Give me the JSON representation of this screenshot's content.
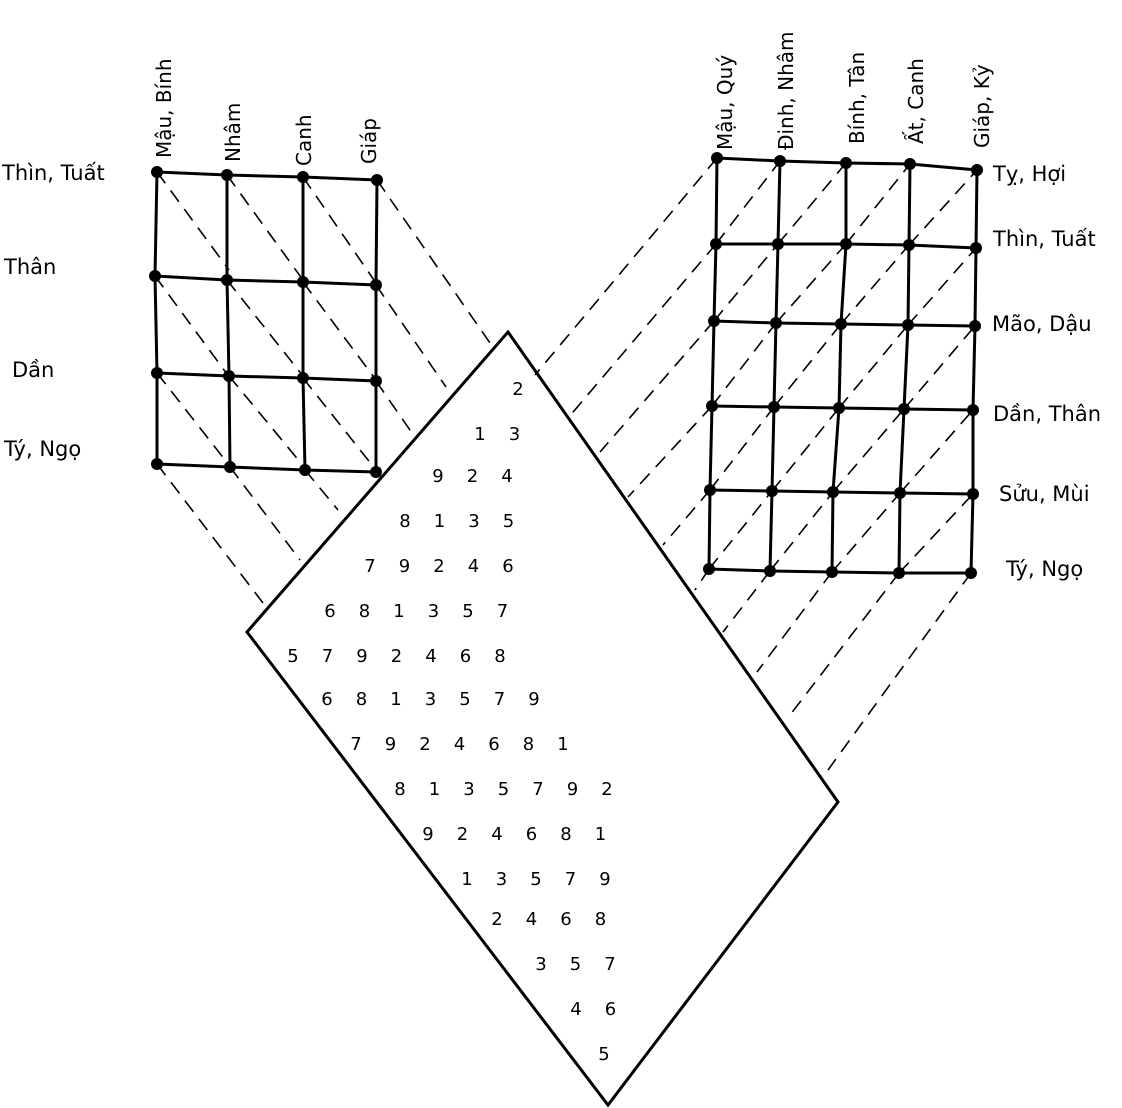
{
  "left_grid": {
    "col_labels": [
      "Mậu, Bính",
      "Nhâm",
      "Canh",
      "Giáp"
    ],
    "row_labels": [
      "Thìn, Tuất",
      "Thân",
      "Dần",
      "Tý, Ngọ"
    ]
  },
  "right_grid": {
    "col_labels": [
      "Mậu, Quý",
      "Đinh, Nhâm",
      "Bính, Tân",
      "Ất, Canh",
      "Giáp, Kỷ"
    ],
    "row_labels": [
      "Tỵ, Hợi",
      "Thìn, Tuất",
      "Mão, Dậu",
      "Dần, Thân",
      "Sửu, Mùi",
      "Tý, Ngọ"
    ]
  },
  "diamond_numbers": [
    [
      "2"
    ],
    [
      "1",
      "3"
    ],
    [
      "9",
      "2",
      "4"
    ],
    [
      "8",
      "1",
      "3",
      "5"
    ],
    [
      "7",
      "9",
      "2",
      "4",
      "6"
    ],
    [
      "6",
      "8",
      "1",
      "3",
      "5",
      "7"
    ],
    [
      "5",
      "7",
      "9",
      "2",
      "4",
      "6",
      "8"
    ],
    [
      "6",
      "8",
      "1",
      "3",
      "5",
      "7",
      "9"
    ],
    [
      "7",
      "9",
      "2",
      "4",
      "6",
      "8",
      "1"
    ],
    [
      "8",
      "1",
      "3",
      "5",
      "7",
      "9",
      "2"
    ],
    [
      "9",
      "2",
      "4",
      "6",
      "8",
      "1"
    ],
    [
      "1",
      "3",
      "5",
      "7",
      "9"
    ],
    [
      "2",
      "4",
      "6",
      "8"
    ],
    [
      "3",
      "5",
      "7"
    ],
    [
      "4",
      "6"
    ],
    [
      "5"
    ]
  ],
  "colors": {
    "ink": "#000000",
    "background": "#ffffff"
  }
}
